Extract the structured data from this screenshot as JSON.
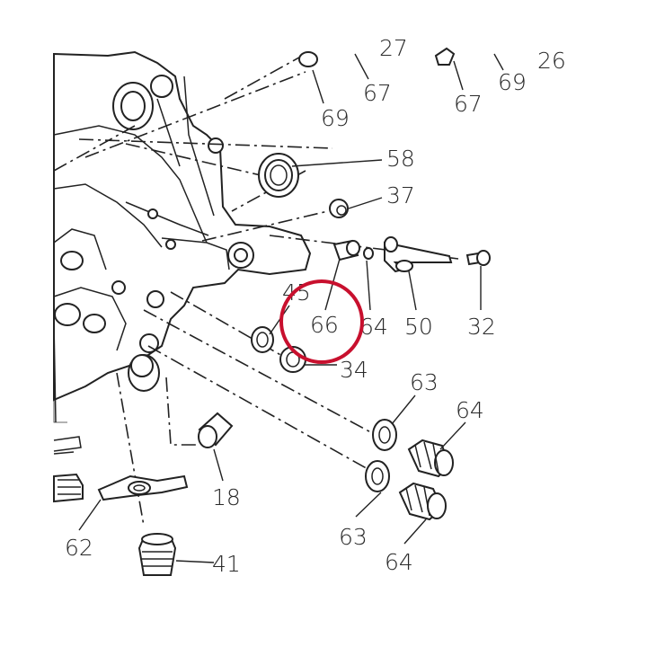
{
  "callouts": [
    {
      "id": "27",
      "text": "27"
    },
    {
      "id": "26",
      "text": "26"
    },
    {
      "id": "69a",
      "text": "69"
    },
    {
      "id": "69b",
      "text": "69"
    },
    {
      "id": "67a",
      "text": "67"
    },
    {
      "id": "67b",
      "text": "67"
    },
    {
      "id": "58",
      "text": "58"
    },
    {
      "id": "37",
      "text": "37"
    },
    {
      "id": "45",
      "text": "45"
    },
    {
      "id": "66",
      "text": "66"
    },
    {
      "id": "64a",
      "text": "64"
    },
    {
      "id": "50",
      "text": "50"
    },
    {
      "id": "32",
      "text": "32"
    },
    {
      "id": "34",
      "text": "34"
    },
    {
      "id": "63a",
      "text": "63"
    },
    {
      "id": "64b",
      "text": "64"
    },
    {
      "id": "18",
      "text": "18"
    },
    {
      "id": "63b",
      "text": "63"
    },
    {
      "id": "64c",
      "text": "64"
    },
    {
      "id": "62",
      "text": "62"
    },
    {
      "id": "41",
      "text": "41"
    }
  ],
  "highlight": {
    "target": "66",
    "color": "#c8102e"
  }
}
